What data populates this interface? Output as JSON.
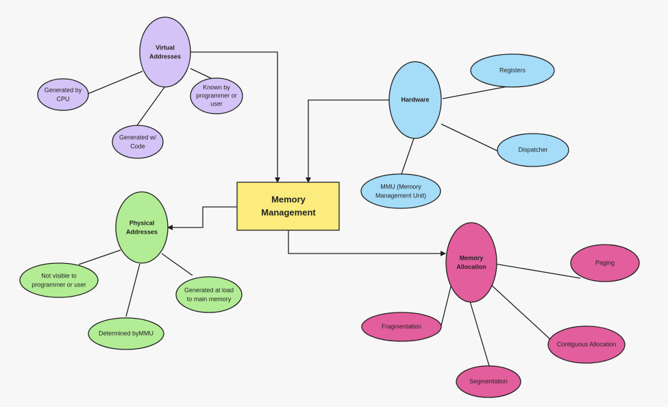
{
  "colors": {
    "purple": "#d4c3f6",
    "blue": "#a5dcf8",
    "yellow": "#fbec7d",
    "green": "#b2ec95",
    "pink": "#e25e9d",
    "stroke": "#1e1e1e",
    "line": "#1e1e1e",
    "background": "#f7f7f7"
  },
  "center": {
    "line1": "Memory",
    "line2": "Management"
  },
  "virtual": {
    "title_line1": "Virtual",
    "title_line2": "Addresses",
    "cpu_line1": "Generated by",
    "cpu_line2": "CPU",
    "known_line1": "Known by",
    "known_line2": "programmer or",
    "known_line3": "user",
    "code_line1": "Generated w/",
    "code_line2": "Code"
  },
  "hardware": {
    "title": "Hardware",
    "registers": "Registers",
    "dispatcher": "Dispatcher",
    "mmu_line1": "MMU (Memory",
    "mmu_line2": "Management Unit)"
  },
  "physical": {
    "title_line1": "Physical",
    "title_line2": "Addresses",
    "notvisible_line1": "Not visible to",
    "notvisible_line2": "programmer or user",
    "load_line1": "Generated at load",
    "load_line2": "to main memory",
    "mmu": "Determined byMMU"
  },
  "allocation": {
    "title_line1": "Memory",
    "title_line2": "Allocation",
    "paging": "Paging",
    "fragmentation": "Fragmentation",
    "contiguous": "Contiguous Allocation",
    "segmentation": "Segmentation"
  }
}
